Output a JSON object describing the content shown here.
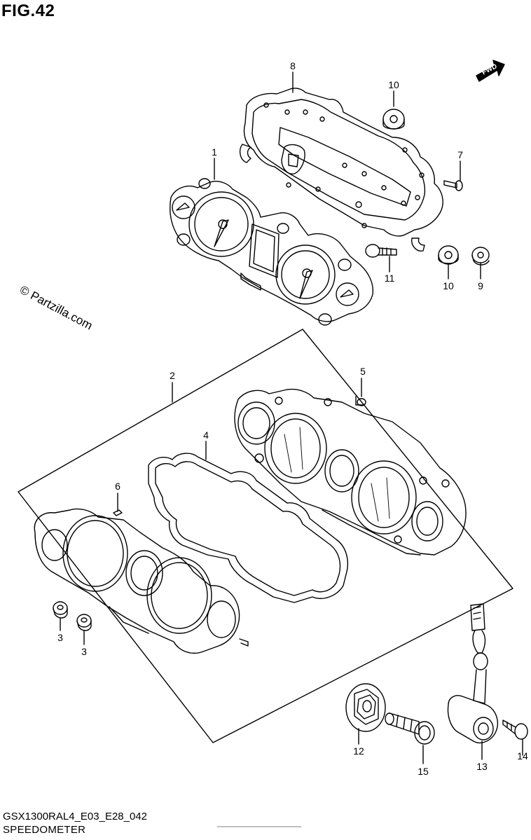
{
  "figure": {
    "title": "FIG.42",
    "watermark": "© Partzilla.com",
    "fwd_label": "FWD",
    "diagram_code": "GSX1300RAL4_E03_E28_042",
    "caption": "SPEEDOMETER"
  },
  "callouts": [
    {
      "id": "c8",
      "label": "8"
    },
    {
      "id": "c10a",
      "label": "10"
    },
    {
      "id": "c7",
      "label": "7"
    },
    {
      "id": "c1",
      "label": "1"
    },
    {
      "id": "c11",
      "label": "11"
    },
    {
      "id": "c10b",
      "label": "10"
    },
    {
      "id": "c9",
      "label": "9"
    },
    {
      "id": "c2",
      "label": "2"
    },
    {
      "id": "c5",
      "label": "5"
    },
    {
      "id": "c4",
      "label": "4"
    },
    {
      "id": "c6",
      "label": "6"
    },
    {
      "id": "c3a",
      "label": "3"
    },
    {
      "id": "c3b",
      "label": "3"
    },
    {
      "id": "c12",
      "label": "12"
    },
    {
      "id": "c15",
      "label": "15"
    },
    {
      "id": "c13",
      "label": "13"
    },
    {
      "id": "c14",
      "label": "14"
    }
  ]
}
